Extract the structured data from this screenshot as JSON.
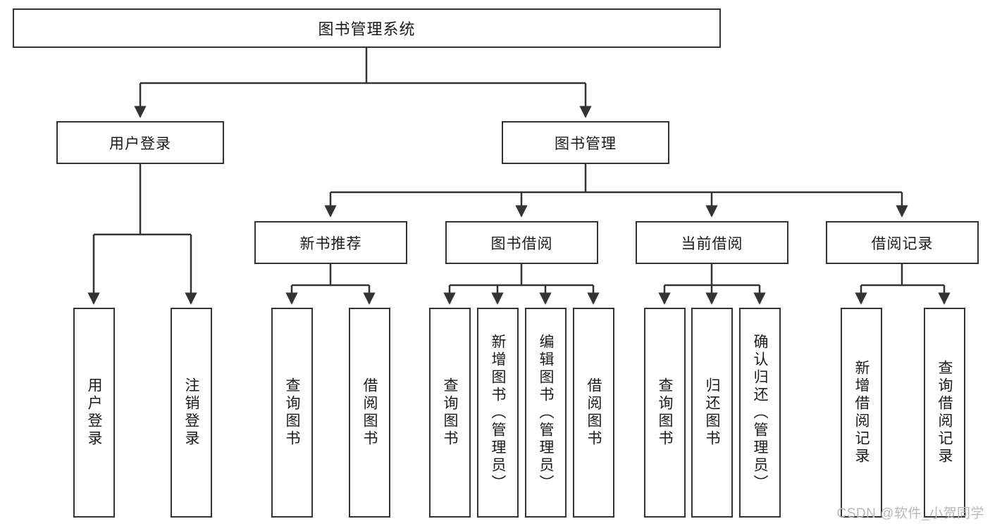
{
  "diagram": {
    "title": "图书管理系统",
    "level1": [
      {
        "id": "user-login",
        "label": "用户登录"
      },
      {
        "id": "book-manage",
        "label": "图书管理"
      }
    ],
    "level2": [
      {
        "id": "new-book-recommend",
        "label": "新书推荐"
      },
      {
        "id": "book-borrow",
        "label": "图书借阅"
      },
      {
        "id": "current-borrow",
        "label": "当前借阅"
      },
      {
        "id": "borrow-record",
        "label": "借阅记录"
      }
    ],
    "leaves": [
      {
        "id": "leaf-user-login",
        "label": "用户登录"
      },
      {
        "id": "leaf-logout-login",
        "label": "注销登录"
      },
      {
        "id": "leaf-query-book-1",
        "label": "查询图书"
      },
      {
        "id": "leaf-borrow-book-1",
        "label": "借阅图书"
      },
      {
        "id": "leaf-query-book-2",
        "label": "查询图书"
      },
      {
        "id": "leaf-add-book",
        "label": "新增图书（管理员）"
      },
      {
        "id": "leaf-edit-book",
        "label": "编辑图书（管理员）"
      },
      {
        "id": "leaf-borrow-book-2",
        "label": "借阅图书"
      },
      {
        "id": "leaf-query-book-3",
        "label": "查询图书"
      },
      {
        "id": "leaf-return-book",
        "label": "归还图书"
      },
      {
        "id": "leaf-confirm-return",
        "label": "确认归还（管理员）"
      },
      {
        "id": "leaf-add-record",
        "label": "新增借阅记录"
      },
      {
        "id": "leaf-query-record",
        "label": "查询借阅记录"
      }
    ]
  },
  "watermark": {
    "text": "CSDN @软件_小贺同学"
  },
  "colors": {
    "stroke": "#333333",
    "background": "#ffffff",
    "text": "#1a1a1a",
    "watermark": "#b8b8b8"
  }
}
